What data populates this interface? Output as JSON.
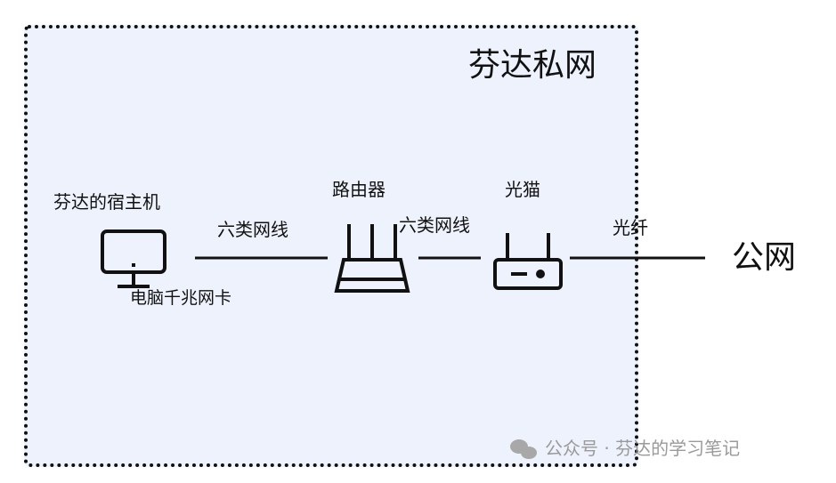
{
  "network": {
    "title": "芬达私网"
  },
  "nodes": {
    "host": {
      "title": "芬达的宿主机",
      "nic": "电脑千兆网卡",
      "icon": "monitor-icon"
    },
    "router": {
      "title": "路由器",
      "icon": "router-icon"
    },
    "modem": {
      "title": "光猫",
      "icon": "optical-modem-icon"
    },
    "internet": {
      "title": "公网"
    }
  },
  "links": {
    "host_router": "六类网线",
    "router_modem": "六类网线",
    "modem_internet": "光纤"
  },
  "watermark": {
    "text": "公众号 · 芬达的学习笔记",
    "icon": "wechat-icon"
  },
  "colors": {
    "private_bg": "#eef2fd",
    "line": "#111111",
    "watermark": "#9a9a9a"
  }
}
